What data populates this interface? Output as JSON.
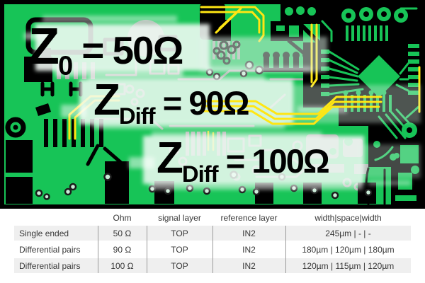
{
  "colors": {
    "board-green": "#17c457",
    "trace-yellow": "#ffe613",
    "trace-gray": "#a7aaa7",
    "label-black": "#000000",
    "table-row-bg": "#efefef",
    "table-text": "#383838",
    "table-divider": "#9a9a9a"
  },
  "pcb": {
    "labels": [
      {
        "symbol": "Z",
        "subscript": "0",
        "rest": " = 50Ω"
      },
      {
        "symbol": "Z",
        "subscript": "Diff",
        "rest": " = 90Ω"
      },
      {
        "symbol": "Z",
        "subscript": "Diff",
        "rest": " = 100Ω"
      }
    ]
  },
  "table": {
    "headers": [
      "",
      "Ohm",
      "signal layer",
      "reference layer",
      "width|space|width"
    ],
    "rows": [
      {
        "label": "Single ended",
        "ohm": "50 Ω",
        "signal_layer": "TOP",
        "reference_layer": "IN2",
        "widths": "245µm | - | -"
      },
      {
        "label": "Differential pairs",
        "ohm": "90 Ω",
        "signal_layer": "TOP",
        "reference_layer": "IN2",
        "widths": "180µm | 120µm | 180µm"
      },
      {
        "label": "Differential pairs",
        "ohm": "100 Ω",
        "signal_layer": "TOP",
        "reference_layer": "IN2",
        "widths": "120µm | 115µm | 120µm"
      }
    ]
  }
}
